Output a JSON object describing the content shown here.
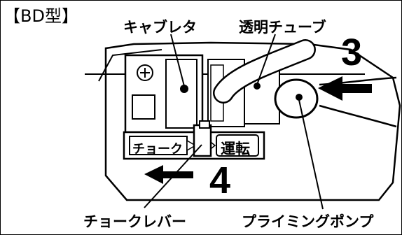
{
  "labels": {
    "model_tag": "【BD型】",
    "carburetor": "キャブレタ",
    "clear_tube": "透明チューブ",
    "step_3": "3",
    "step_4": "4",
    "choke_lever": "チョークレバー",
    "priming_pump": "プライミングポンプ"
  },
  "plate": {
    "choke": "チョーク",
    "run": "運転"
  }
}
